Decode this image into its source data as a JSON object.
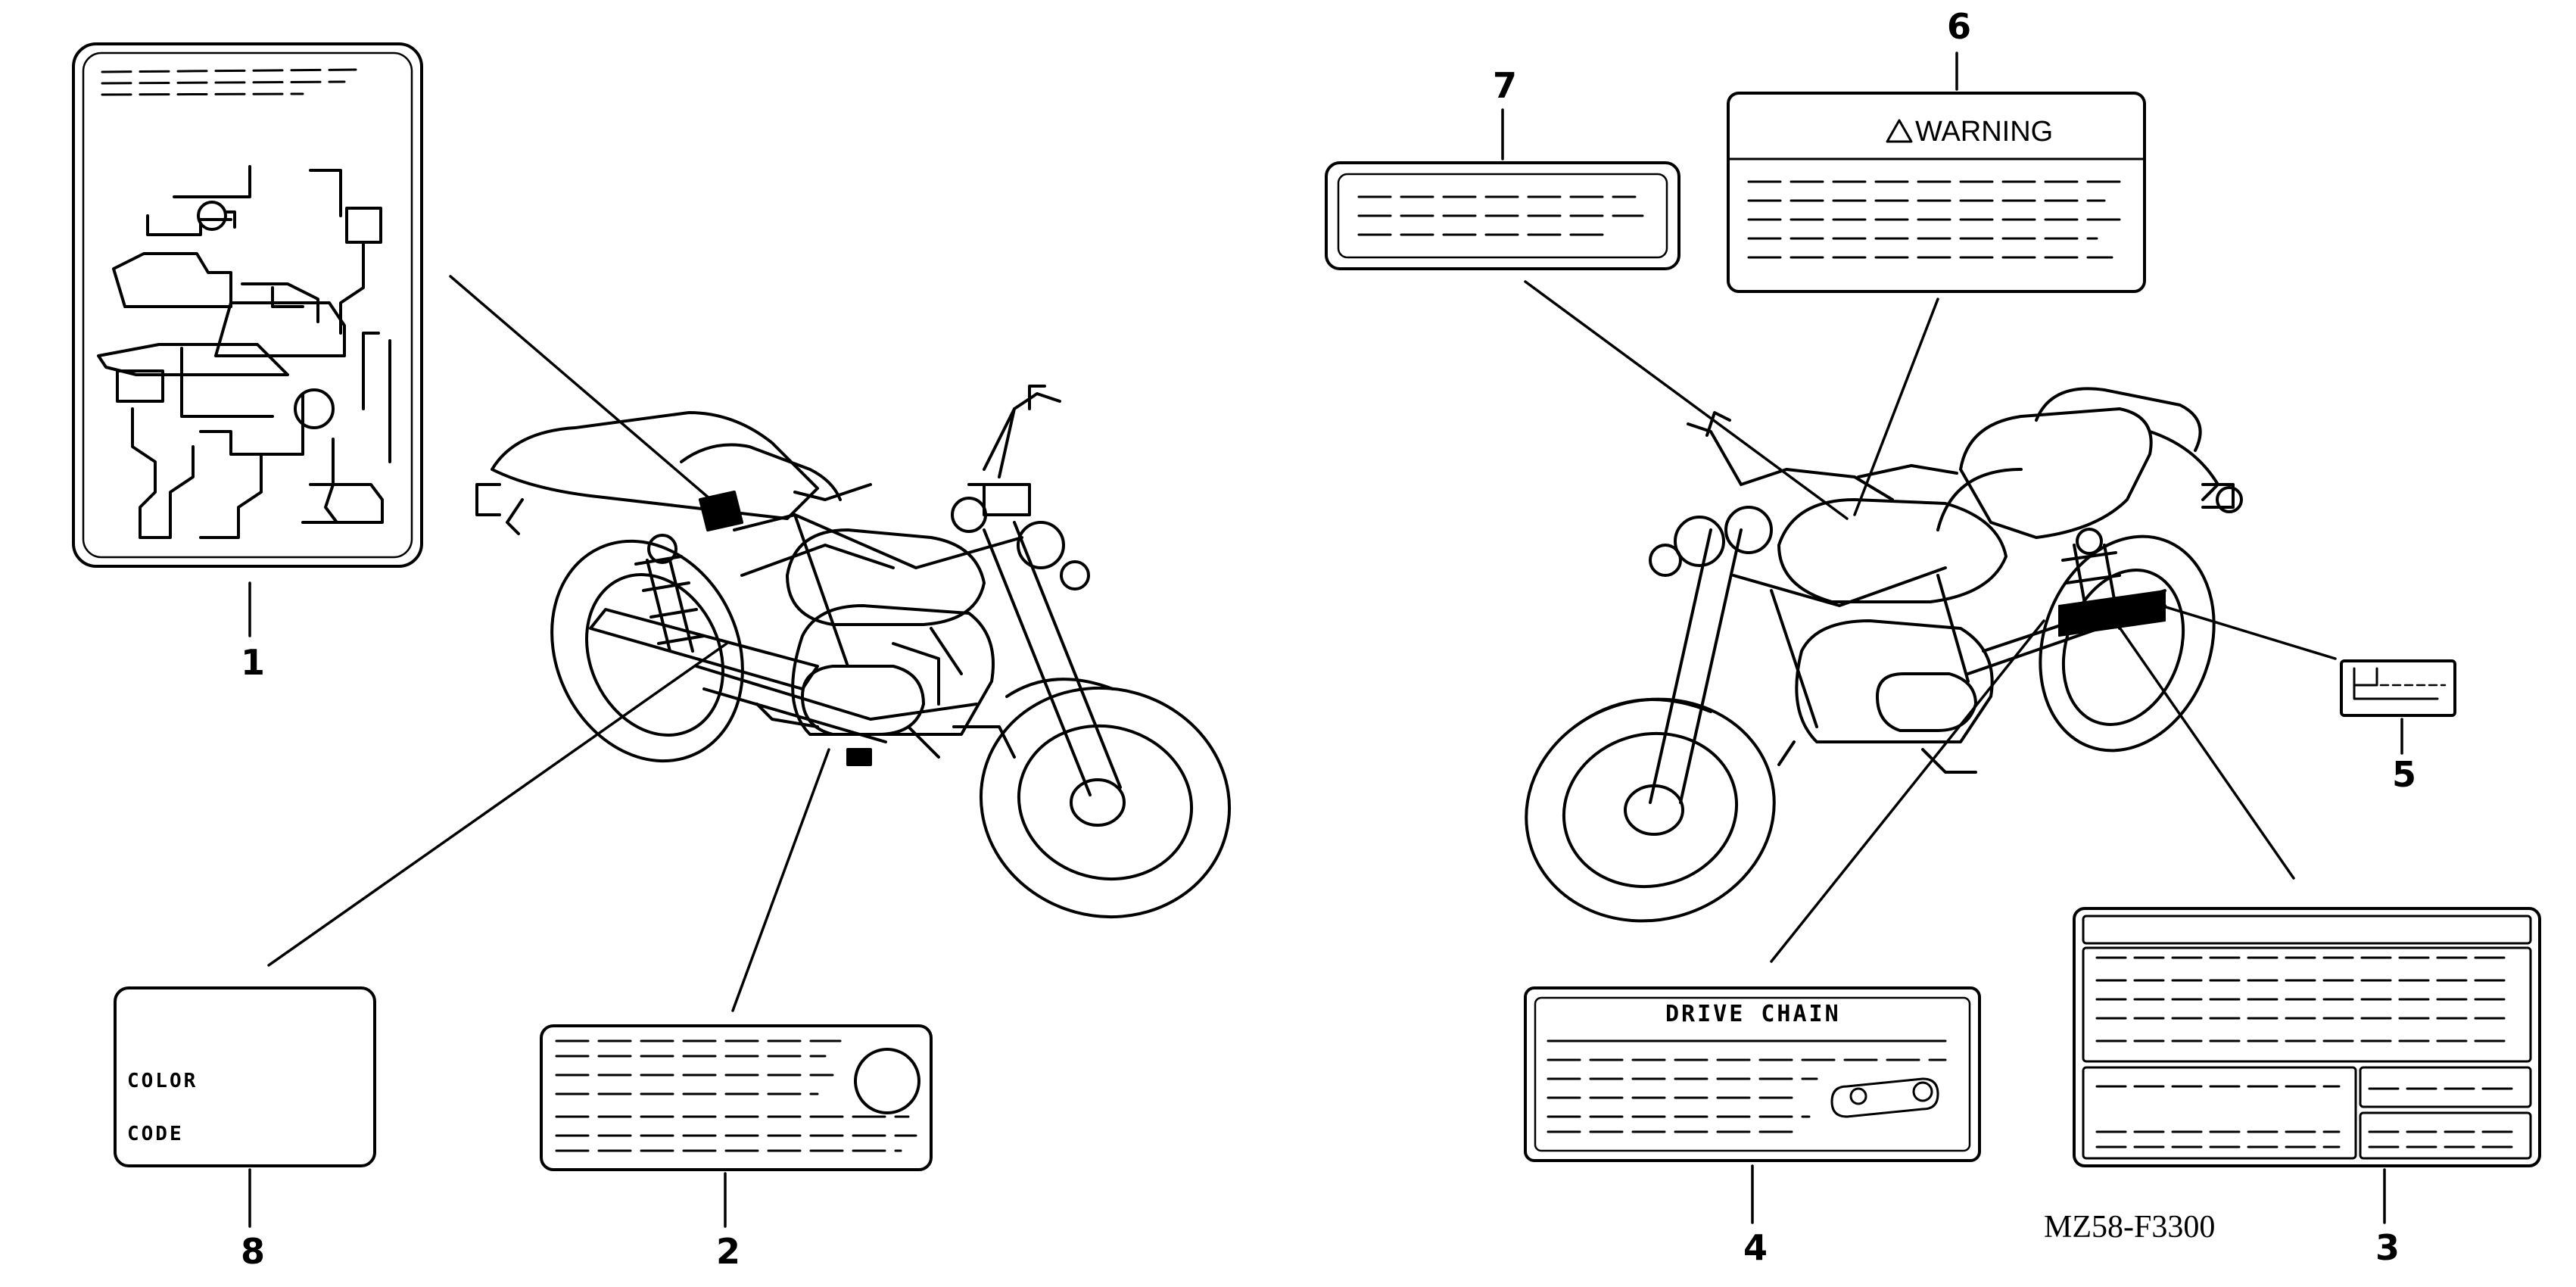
{
  "callouts": {
    "n1": "1",
    "n2": "2",
    "n3": "3",
    "n4": "4",
    "n5": "5",
    "n6": "6",
    "n7": "7",
    "n8": "8"
  },
  "labels": {
    "warning_text": "WARNING",
    "drive_chain_text": "DRIVE CHAIN",
    "color_text": "COLOR",
    "code_text": "CODE"
  },
  "drawing_code": "MZ58-F3300"
}
